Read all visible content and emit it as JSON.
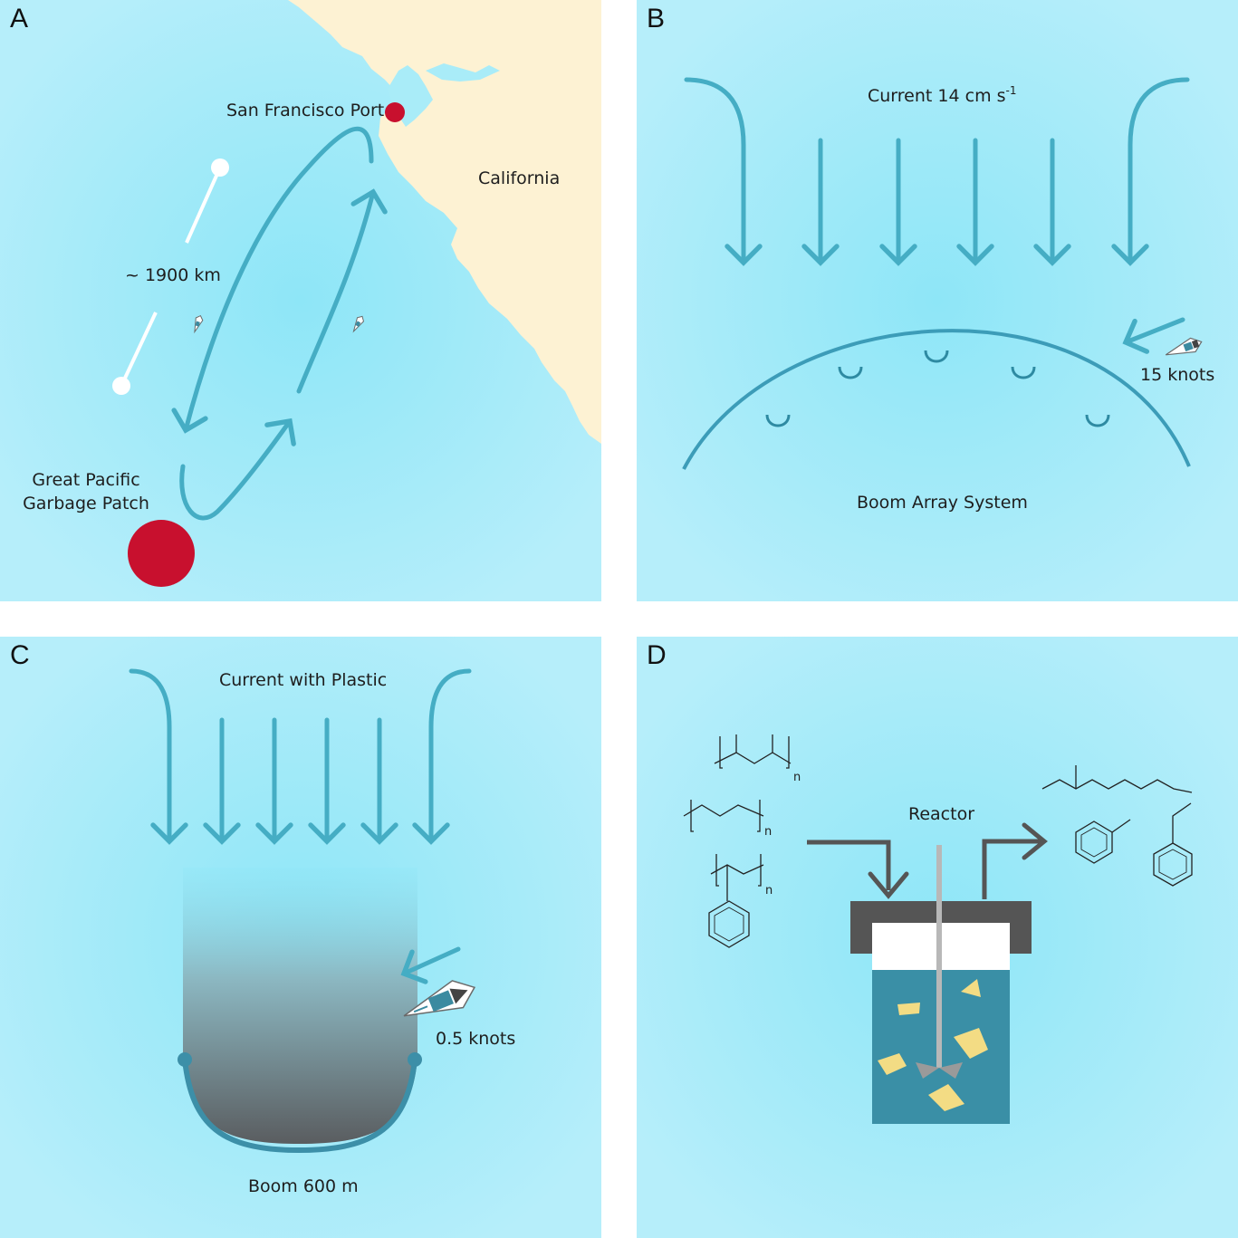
{
  "colors": {
    "ocean_center": "#8ee6f7",
    "ocean_edge": "#b6eefa",
    "land": "#fdf2d3",
    "arrow": "#45adc4",
    "marker": "#c8102e",
    "boom": "#3c8fa8",
    "reactor_frame": "#555555",
    "reactor_liquid": "#3a8fa6",
    "plastic": "#f3dc84"
  },
  "panel_a": {
    "letter": "A",
    "label_port": "San Francisco Port",
    "label_state": "California",
    "label_distance": "~ 1900 km",
    "label_patch_line1": "Great Pacific",
    "label_patch_line2": "Garbage Patch"
  },
  "panel_b": {
    "letter": "B",
    "label_current": "Current 14 cm s",
    "label_current_exp": "-1",
    "label_speed": "15 knots",
    "label_boom": "Boom Array System"
  },
  "panel_c": {
    "letter": "C",
    "label_current": "Current with Plastic",
    "label_speed": "0.5 knots",
    "label_boom": "Boom 600 m"
  },
  "panel_d": {
    "letter": "D",
    "label_reactor": "Reactor",
    "subscript_n": "n"
  },
  "icons": [
    "boat-icon",
    "arrow-icon",
    "red-dot-marker",
    "buoy-icon",
    "stirrer-icon",
    "benzene-ring-icon",
    "polymer-bracket-icon"
  ]
}
